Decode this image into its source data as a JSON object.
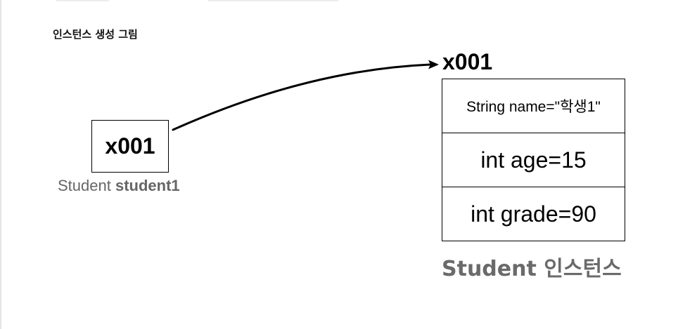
{
  "page": {
    "title": "인스턴스 생성 그림"
  },
  "reference_variable": {
    "value": "x001",
    "type": "Student",
    "name": "student1"
  },
  "instance": {
    "address": "x001",
    "fields": [
      "String name=\"학생1\"",
      "int age=15",
      "int grade=90"
    ],
    "label": "Student 인스턴스"
  },
  "colors": {
    "border": "#000000",
    "caption_gray": "#666666",
    "instance_label_gray": "#6a6a6a"
  },
  "icons": {
    "reference_arrow": "curved-arrow-icon"
  }
}
